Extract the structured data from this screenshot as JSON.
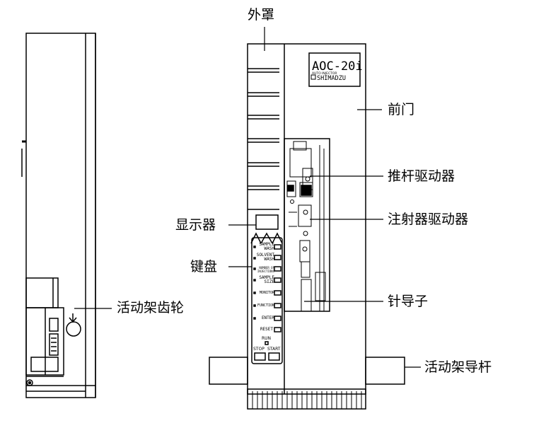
{
  "labels": {
    "cover": "外罩",
    "front_door": "前门",
    "plunger_drive": "推杆驱动器",
    "display": "显示器",
    "syringe_drive": "注射器驱动器",
    "keypad": "键盘",
    "carriage_gear": "活动架齿轮",
    "needle_guide": "针导子",
    "carriage_guide_rod": "活动架导杆"
  },
  "nameplate": {
    "model": "AOC-20i",
    "subtitle": "AUTO INJECTOR",
    "brand": "SHIMADZU"
  },
  "keys": {
    "sample_wash": "SAMPLE\nWASH",
    "solvent_wash": "SOLVENT\nWASH",
    "number_of_injections": "NUMBER OF\nINJECTIONS",
    "sample_size": "SAMPLE\nSIZE",
    "monitor": "MONITOR",
    "function": "FUNCTION",
    "enter": "ENTER",
    "reset": "RESET",
    "run": "RUN",
    "stop": "STOP",
    "start": "START"
  }
}
